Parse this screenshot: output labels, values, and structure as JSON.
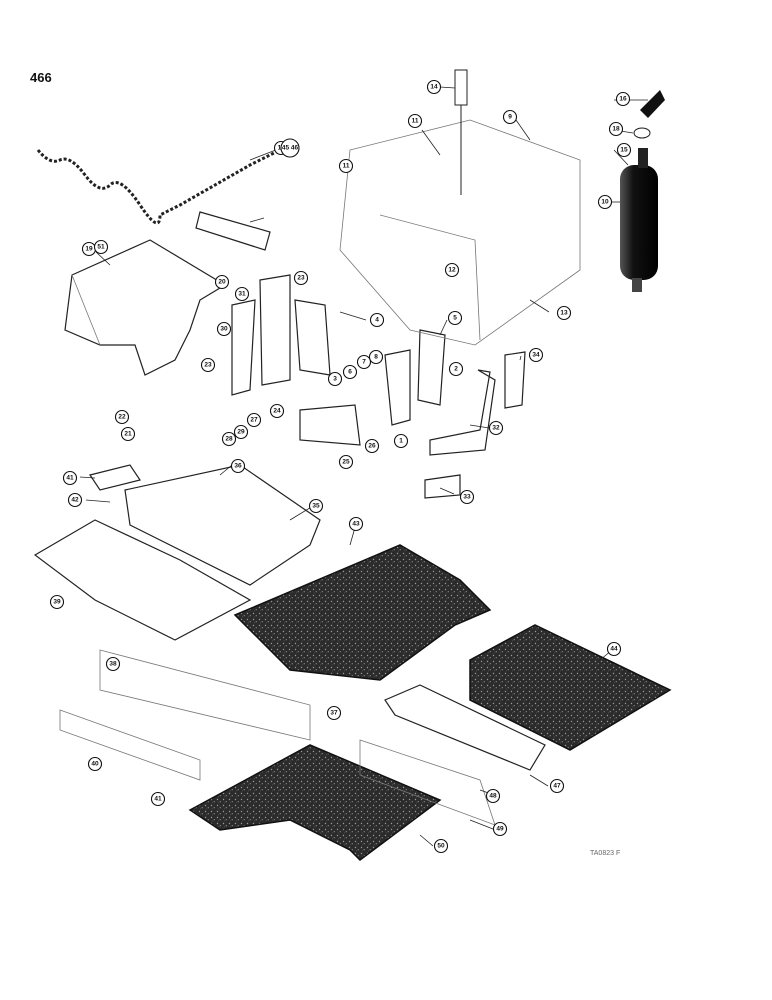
{
  "page": {
    "number": "466",
    "code": "TA0823 F"
  },
  "callouts": [
    "1",
    "2",
    "3",
    "4",
    "5",
    "6",
    "7",
    "8",
    "9",
    "10",
    "11",
    "11",
    "11",
    "12",
    "13",
    "14",
    "15",
    "16",
    "18",
    "19",
    "20",
    "21",
    "22",
    "23",
    "23",
    "24",
    "25",
    "26",
    "27",
    "28",
    "29",
    "30",
    "31",
    "32",
    "33",
    "34",
    "35",
    "36",
    "37",
    "38",
    "39",
    "40",
    "41",
    "41",
    "42",
    "43",
    "44",
    "45 46",
    "47",
    "48",
    "49",
    "50",
    "51",
    "18"
  ],
  "colors": {
    "ink": "#111111",
    "mat_texture": "#2b2b2b",
    "paper": "#ffffff"
  }
}
